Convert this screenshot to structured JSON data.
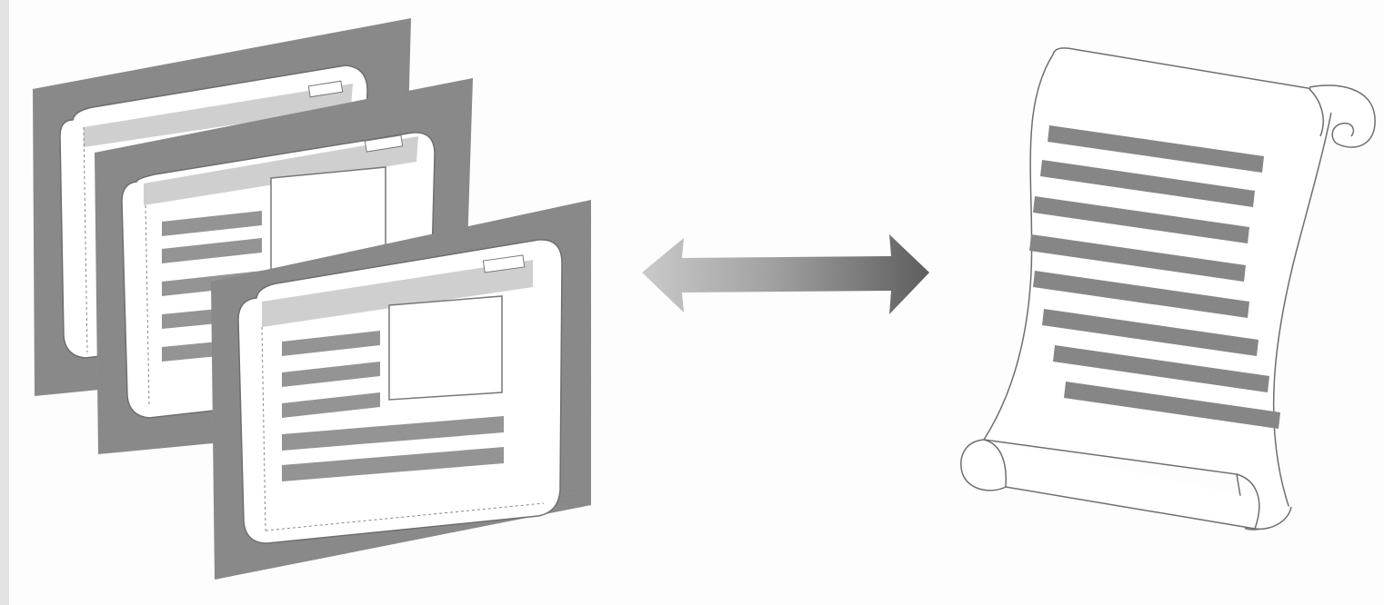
{
  "diagram": {
    "nodes": [
      {
        "id": "screens",
        "icon": "stacked-screens-icon",
        "count": 3
      },
      {
        "id": "script",
        "icon": "scroll-document-icon",
        "line_count": 8
      }
    ],
    "edges": [
      {
        "from": "screens",
        "to": "script",
        "direction": "bidirectional",
        "icon": "double-arrow-icon"
      }
    ],
    "colors": {
      "frame": "#8f8f8f",
      "panel_fill": "#ffffff",
      "title_bar": "#cfcfcf",
      "text_bar": "#9a9a9a",
      "outline": "#6e6e6e",
      "arrow_light": "#cfcfcf",
      "arrow_dark": "#6a6a6a"
    }
  }
}
